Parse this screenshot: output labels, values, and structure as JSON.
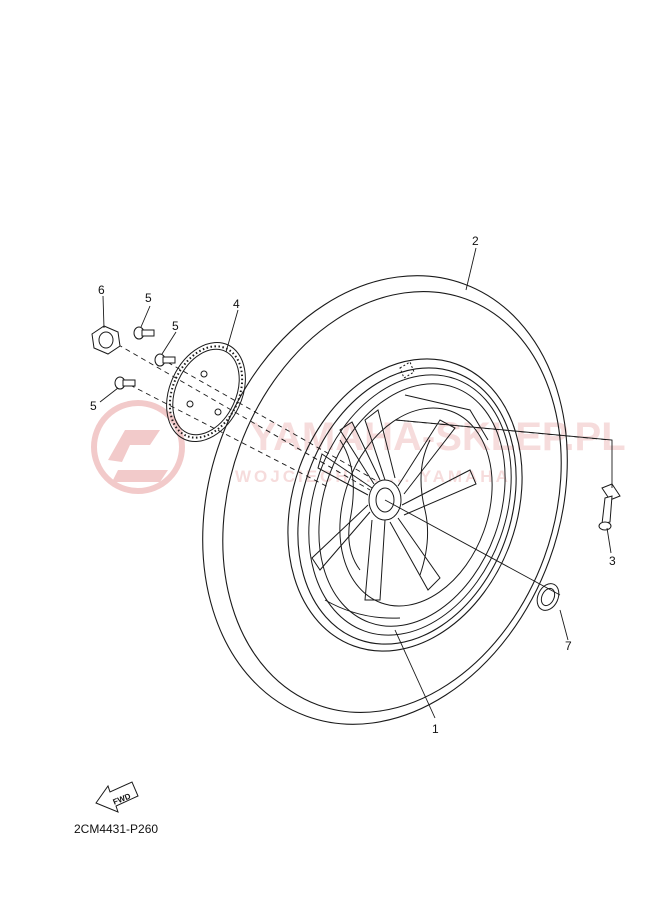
{
  "callouts": {
    "c1": "1",
    "c2": "2",
    "c3": "3",
    "c4": "4",
    "c5a": "5",
    "c5b": "5",
    "c5c": "5",
    "c6": "6",
    "c7": "7"
  },
  "fwd_label": "FWD",
  "diagram_code": "2CM4431-P260",
  "watermark": {
    "brand": "YAMAHA-SKLEP.PL",
    "sub": "WOJCIECH ... ... YAMAHA"
  },
  "colors": {
    "line": "#1a1a1a",
    "watermark": "#e8a0a0"
  }
}
